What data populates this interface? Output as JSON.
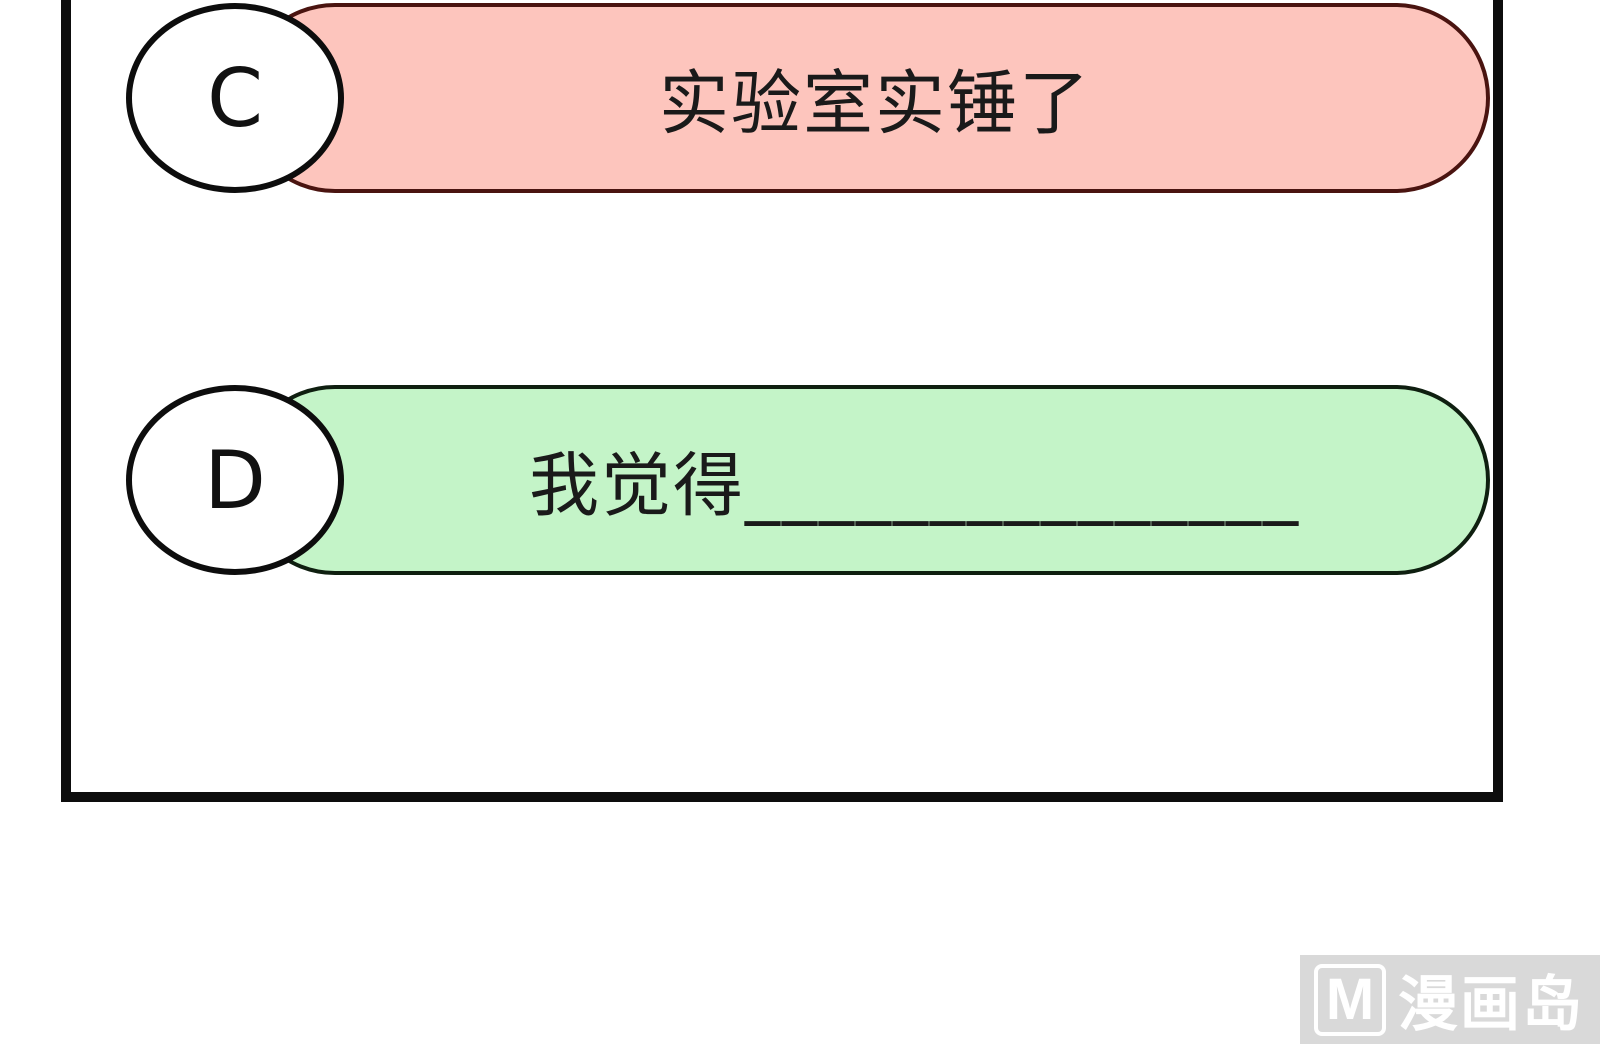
{
  "options": [
    {
      "letter": "C",
      "text": "实验室实锤了"
    },
    {
      "letter": "D",
      "text": "我觉得_______________"
    }
  ],
  "watermark": {
    "logo_letter": "M",
    "text": "漫画岛"
  },
  "colors": {
    "option_c_fill": "#fdc5bd",
    "option_c_border": "#4a1410",
    "option_d_fill": "#c4f4c8",
    "option_d_border": "#0f1f10",
    "frame_border": "#0d0d0d",
    "watermark_bg": "#d9d9d9"
  }
}
